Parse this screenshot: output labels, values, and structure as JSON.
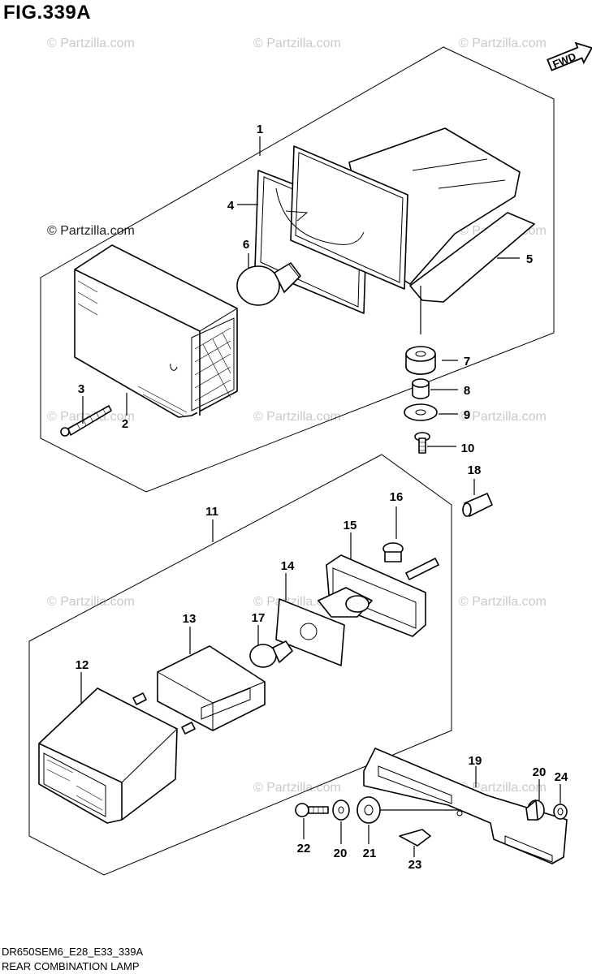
{
  "figure": {
    "title": "FIG.339A",
    "fwd_label": "FWD",
    "footer_code": "DR650SEM6_E28_E33_339A",
    "footer_name": "REAR COMBINATION LAMP"
  },
  "watermarks": {
    "text": "© Partzilla.com",
    "prominent": "© Partzilla.com"
  },
  "callouts": [
    {
      "id": "c1",
      "label": "1"
    },
    {
      "id": "c2",
      "label": "2"
    },
    {
      "id": "c3",
      "label": "3"
    },
    {
      "id": "c4",
      "label": "4"
    },
    {
      "id": "c5",
      "label": "5"
    },
    {
      "id": "c6",
      "label": "6"
    },
    {
      "id": "c7",
      "label": "7"
    },
    {
      "id": "c8",
      "label": "8"
    },
    {
      "id": "c9",
      "label": "9"
    },
    {
      "id": "c10",
      "label": "10"
    },
    {
      "id": "c11",
      "label": "11"
    },
    {
      "id": "c12",
      "label": "12"
    },
    {
      "id": "c13",
      "label": "13"
    },
    {
      "id": "c14",
      "label": "14"
    },
    {
      "id": "c15",
      "label": "15"
    },
    {
      "id": "c16",
      "label": "16"
    },
    {
      "id": "c17",
      "label": "17"
    },
    {
      "id": "c18",
      "label": "18"
    },
    {
      "id": "c19",
      "label": "19"
    },
    {
      "id": "c20a",
      "label": "20"
    },
    {
      "id": "c24",
      "label": "24"
    },
    {
      "id": "c22",
      "label": "22"
    },
    {
      "id": "c20b",
      "label": "20"
    },
    {
      "id": "c21",
      "label": "21"
    },
    {
      "id": "c23",
      "label": "23"
    }
  ]
}
